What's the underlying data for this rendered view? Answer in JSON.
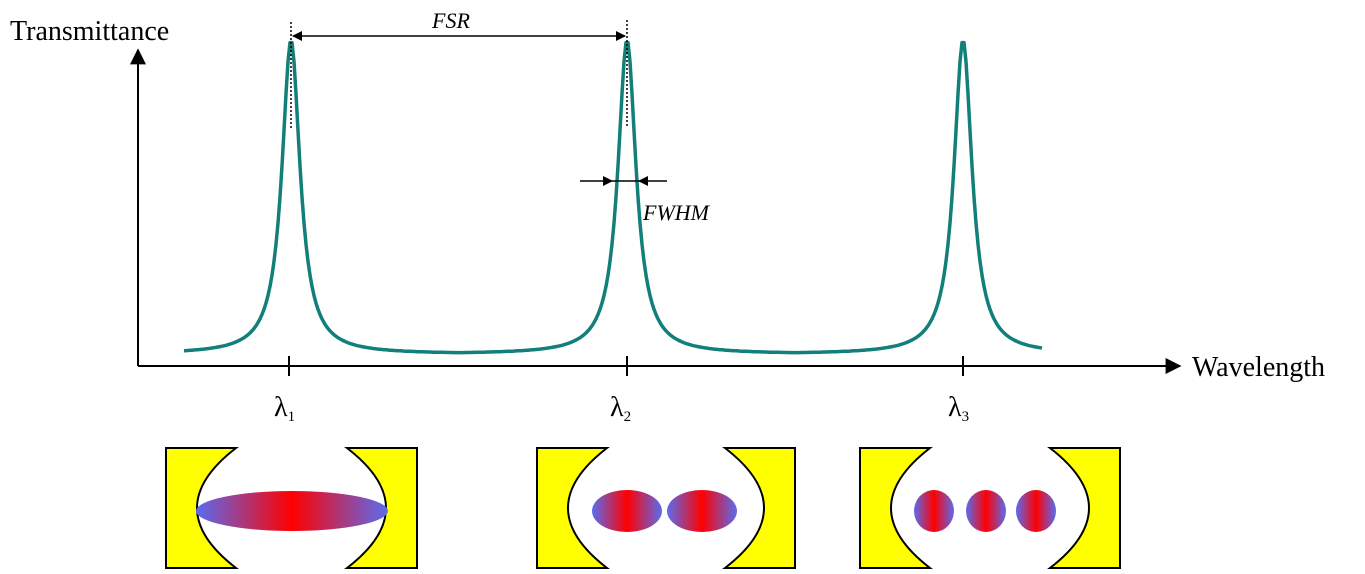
{
  "diagram": {
    "y_axis_label": "Transmittance",
    "x_axis_label": "Wavelength",
    "fsr_label": "FSR",
    "fwhm_label": "FWHM",
    "peaks": [
      {
        "symbol": "λ",
        "subscript": "1",
        "modes": 1
      },
      {
        "symbol": "λ",
        "subscript": "2",
        "modes": 2
      },
      {
        "symbol": "λ",
        "subscript": "3",
        "modes": 3
      }
    ],
    "colors": {
      "curve": "#137f7a",
      "mirror": "#ffff00",
      "mode_center": "#ff0000",
      "mode_edge": "#5a6cf0",
      "axis": "#000000"
    }
  }
}
